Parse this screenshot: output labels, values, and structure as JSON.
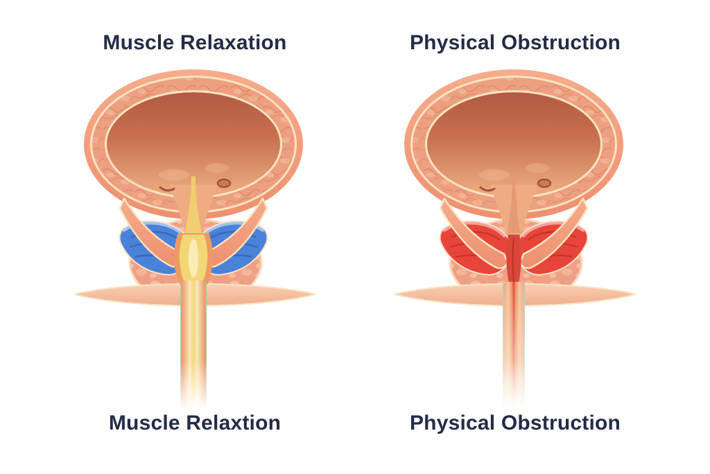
{
  "figure": {
    "background": "#ffffff",
    "title_color": "#242b45"
  },
  "panels": [
    {
      "id": "muscle-relaxation",
      "title": "Muscle Relaxation",
      "caption": "Muscle Relaxtion",
      "state": "relaxed",
      "muscle_color": "#4b82d9",
      "muscle_dark": "#2f539e",
      "urethra_core": "#f3d775",
      "stream_color": "#f0d070"
    },
    {
      "id": "physical-obstruction",
      "title": "Physical Obstruction",
      "caption": "Physical Obstruction",
      "state": "obstructed",
      "muscle_color": "#e8453a",
      "muscle_dark": "#b1271b",
      "urethra_core": "#d9473b",
      "stream_color": "#e39a74"
    }
  ],
  "anatomy_colors": {
    "bladder_wall": "#ee9273",
    "wall_lining": "#fbe3c0",
    "wall_texture": "#d97e5e",
    "cavity_dark": "#b25a42",
    "cavity_light": "#eeac80",
    "prostate": "#efa084",
    "prostate_texture": "#f8c3a6",
    "pelvic_floor": "#f2b193",
    "urethra_edge_teal": "#9ed2cd"
  }
}
